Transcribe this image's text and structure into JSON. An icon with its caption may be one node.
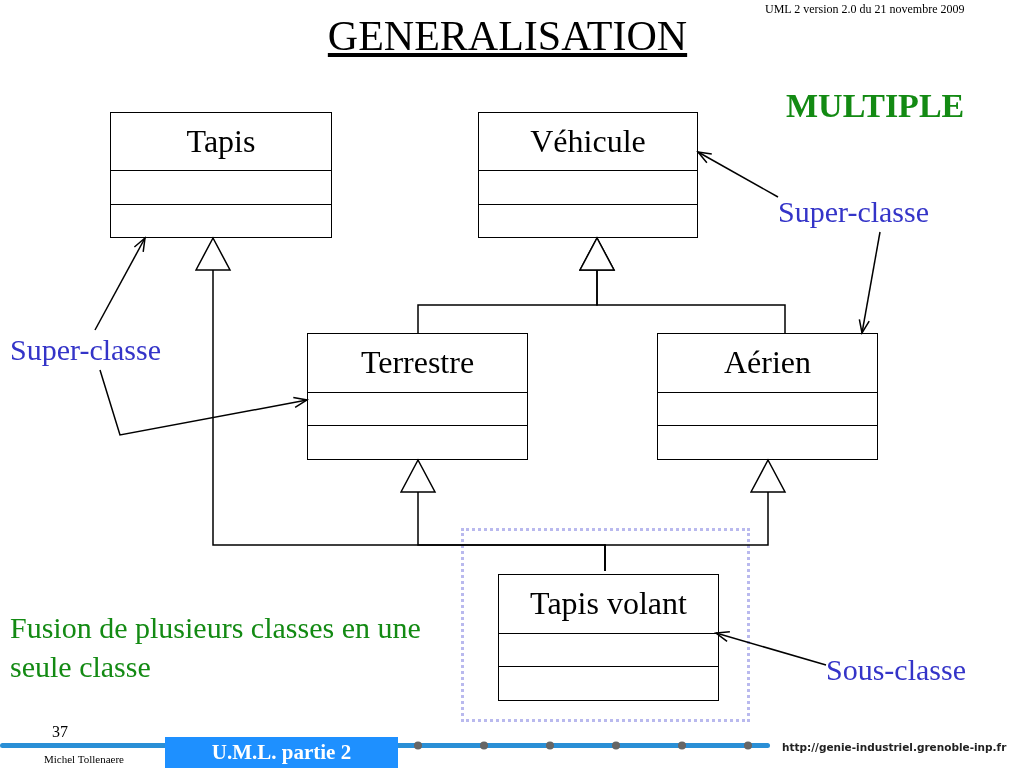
{
  "diagram": {
    "title": "GENERALISATION",
    "nodes": [
      {
        "text": [
          "Tapis"
        ]
      },
      {
        "text": [
          "Véhicule"
        ]
      },
      {
        "text": [
          "Terrestre"
        ]
      },
      {
        "text": [
          "Aérien"
        ]
      },
      {
        "text": [],
        "shape": "box"
      },
      {
        "text": [
          "Tapis volant"
        ],
        "in": 4
      },
      {
        "text": [
          "Super-classe"
        ]
      },
      {
        "text": [
          "Super-classe"
        ]
      },
      {
        "text": [
          "Sous-classe"
        ]
      }
    ],
    "edges": [
      {
        "from": 2,
        "to": 1,
        "arrow": "to"
      },
      {
        "from": 3,
        "to": 1,
        "arrow": "to"
      },
      {
        "from": 5,
        "to": 0,
        "arrow": "to"
      },
      {
        "from": 5,
        "to": 2,
        "arrow": "to"
      },
      {
        "from": 5,
        "to": 3,
        "arrow": "to"
      },
      {
        "from": 6,
        "to": 1,
        "arrow": "to"
      },
      {
        "from": 6,
        "to": 3,
        "arrow": "to"
      },
      {
        "from": 7,
        "to": 0,
        "arrow": "to"
      },
      {
        "from": 7,
        "to": 2,
        "arrow": "to"
      },
      {
        "from": 8,
        "to": 5,
        "arrow": "to"
      }
    ],
    "labels": [
      "UML 2 version 2.0 du 21 novembre 2009",
      "MULTIPLE",
      "Fusion de plusieurs classes en une seule classe",
      "37",
      "Michel Tollenaere",
      "U.M.L. partie 2",
      "http://genie-industriel.grenoble-inp.fr"
    ]
  }
}
